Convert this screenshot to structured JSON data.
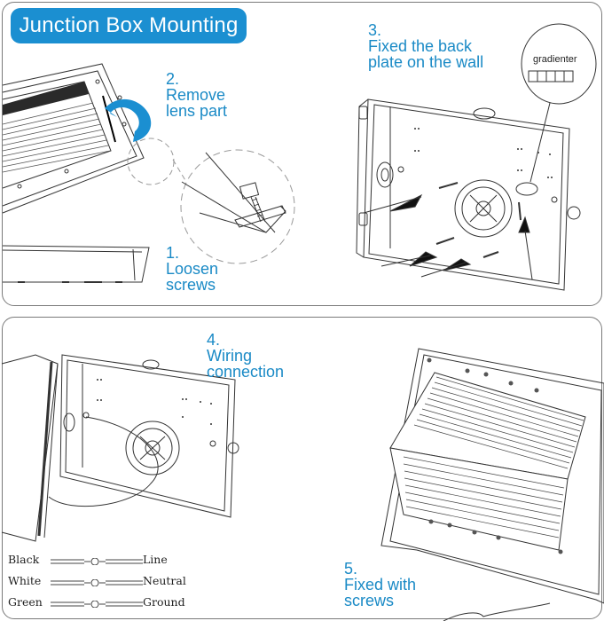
{
  "title": "Junction Box Mounting",
  "colors": {
    "accent_blue": "#1b8fd1",
    "step_text_blue": "#1a8ac6",
    "line_art": "#333333",
    "panel_border": "#7a7a7a"
  },
  "steps": [
    {
      "number": "1.",
      "text_lines": [
        "Loosen",
        "screws"
      ]
    },
    {
      "number": "2.",
      "text_lines": [
        "Remove",
        "lens part"
      ]
    },
    {
      "number": "3.",
      "text_lines": [
        "Fixed the back",
        "plate on the wall"
      ]
    },
    {
      "number": "4.",
      "text_lines": [
        "Wiring",
        "connection"
      ]
    },
    {
      "number": "5.",
      "text_lines": [
        "Fixed with",
        "screws"
      ]
    }
  ],
  "callouts": {
    "level_tool": "gradienter"
  },
  "wiring_legend": [
    {
      "wire": "Black",
      "terminal": "Line"
    },
    {
      "wire": "White",
      "terminal": "Neutral"
    },
    {
      "wire": "Green",
      "terminal": "Ground"
    }
  ]
}
